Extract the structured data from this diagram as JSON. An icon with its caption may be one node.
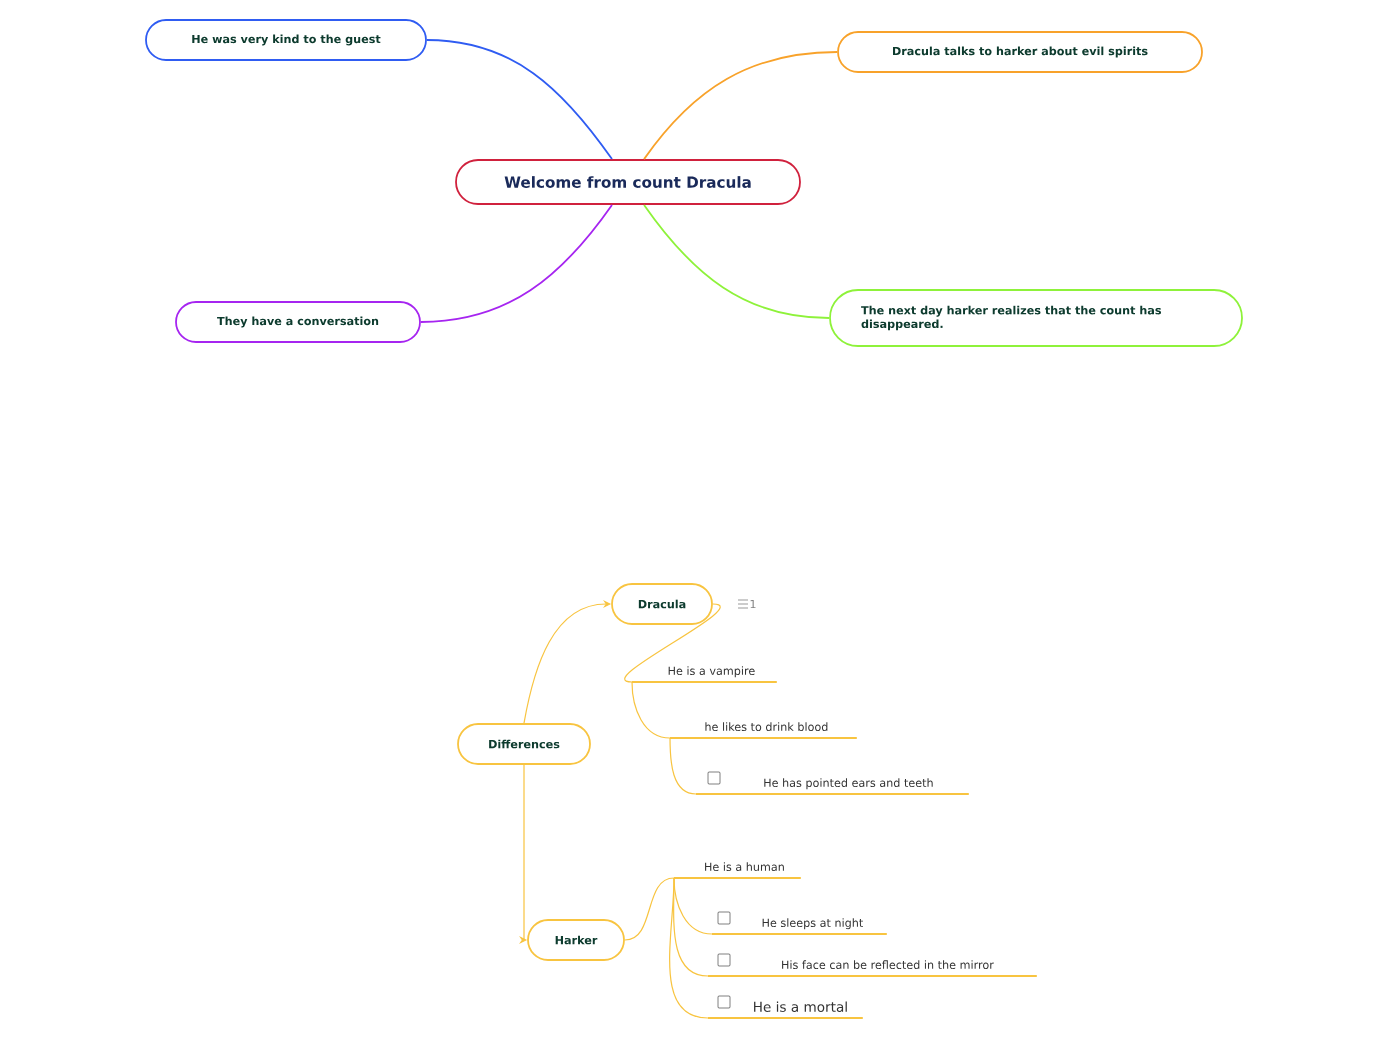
{
  "diagram": {
    "nodes": [
      {
        "text": [
          "Welcome from count Dracula"
        ]
      },
      {
        "text": [
          "He was very kind to the guest"
        ]
      },
      {
        "text": [
          "Dracula talks to harker about evil spirits"
        ]
      },
      {
        "text": [
          "They have a conversation"
        ]
      },
      {
        "text": [
          "The next day harker realizes that the count has disappeared."
        ]
      },
      {
        "text": [
          "Differences"
        ]
      },
      {
        "text": [
          "Dracula"
        ],
        "beside": [
          "1"
        ]
      },
      {
        "text": [
          "He is a vampire"
        ]
      },
      {
        "text": [
          "he likes to drink blood"
        ]
      },
      {
        "text": [
          "He has pointed ears and teeth"
        ]
      },
      {
        "text": [
          "Harker"
        ]
      },
      {
        "text": [
          "He is a human"
        ]
      },
      {
        "text": [
          "He sleeps at night"
        ]
      },
      {
        "text": [
          "His face can be reflected in the mirror"
        ]
      },
      {
        "text": [
          "He is a mortal"
        ]
      }
    ],
    "edges": [
      {
        "from": 0,
        "to": 1,
        "arrow": "none",
        "color": "#2f5cf2"
      },
      {
        "from": 0,
        "to": 2,
        "arrow": "none",
        "color": "#f8a22a"
      },
      {
        "from": 0,
        "to": 3,
        "arrow": "none",
        "color": "#a625f0"
      },
      {
        "from": 0,
        "to": 4,
        "arrow": "none",
        "color": "#8ef23a"
      },
      {
        "from": 5,
        "to": 6,
        "arrow": "to"
      },
      {
        "from": 6,
        "to": 7,
        "arrow": "none"
      },
      {
        "from": 7,
        "to": 8,
        "arrow": "none"
      },
      {
        "from": 8,
        "to": 9,
        "arrow": "none"
      },
      {
        "from": 5,
        "to": 10,
        "arrow": "to"
      },
      {
        "from": 10,
        "to": 11,
        "arrow": "none"
      },
      {
        "from": 11,
        "to": 12,
        "arrow": "none"
      },
      {
        "from": 11,
        "to": 13,
        "arrow": "none"
      },
      {
        "from": 11,
        "to": 14,
        "arrow": "none"
      }
    ]
  }
}
